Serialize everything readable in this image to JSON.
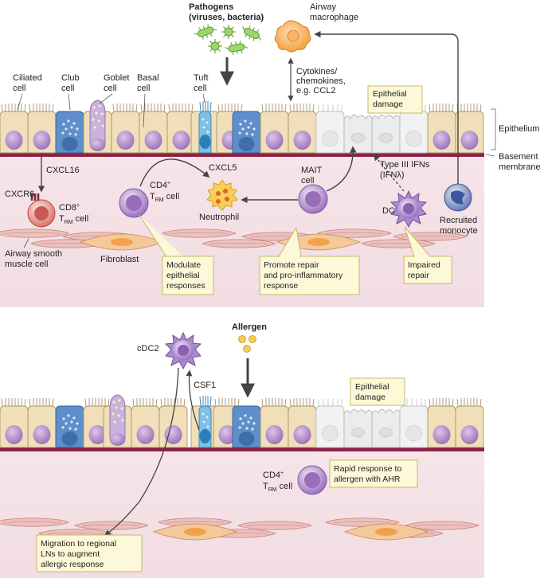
{
  "top": {
    "pathogens_line1": "Pathogens",
    "pathogens_line2": "(viruses, bacteria)",
    "airway_macrophage_line1": "Airway",
    "airway_macrophage_line2": "macrophage",
    "cytokines_line1": "Cytokines/",
    "cytokines_line2": "chemokines,",
    "cytokines_line3": "e.g. CCL2",
    "epithelial_damage_line1": "Epithelial",
    "epithelial_damage_line2": "damage",
    "ciliated_line1": "Ciliated",
    "ciliated_line2": "cell",
    "club_line1": "Club",
    "club_line2": "cell",
    "goblet_line1": "Goblet",
    "goblet_line2": "cell",
    "basal_line1": "Basal",
    "basal_line2": "cell",
    "tuft_line1": "Tuft",
    "tuft_line2": "cell",
    "epithelium": "Epithelium",
    "basement_line1": "Basement",
    "basement_line2": "membrane",
    "cxcl16": "CXCL16",
    "cxcr6": "CXCR6",
    "cd8_main": "CD8",
    "cd8_sup": "+",
    "trm_t": "T",
    "trm_sub": "RM",
    "cell_word": " cell",
    "cd4_main": "CD4",
    "cd4_sup": "+",
    "cxcl5": "CXCL5",
    "mait_line1": "MAIT",
    "mait_line2": "cell",
    "type3_line1": "Type III IFNs",
    "type3_line2": "(IFNλ)",
    "dc": "DC",
    "recruited_line1": "Recruited",
    "recruited_line2": "monocyte",
    "neutrophil": "Neutrophil",
    "airway_smooth_line1": "Airway smooth",
    "airway_smooth_line2": "muscle cell",
    "fibroblast": "Fibroblast",
    "modulate_line1": "Modulate",
    "modulate_line2": "epithelial",
    "modulate_line3": "responses",
    "promote_line1": "Promote repair",
    "promote_line2": "and pro-inflammatory",
    "promote_line3": "response",
    "impaired_line1": "Impaired",
    "impaired_line2": "repair"
  },
  "bottom": {
    "cdc2": "cDC2",
    "allergen": "Allergen",
    "csf1": "CSF1",
    "epithelial_damage_line1": "Epithelial",
    "epithelial_damage_line2": "damage",
    "cd4_main": "CD4",
    "cd4_sup": "+",
    "trm_t": "T",
    "trm_sub": "RM",
    "cell_word": " cell",
    "rapid_line1": "Rapid response to",
    "rapid_line2": "allergen with AHR",
    "migration_line1": "Migration to regional",
    "migration_line2": "LNs to augment",
    "migration_line3": "allergic response"
  },
  "colors": {
    "tissue_bg": "#f4e6e9",
    "basement": "#8b2346",
    "callout_fill": "#fdf8d8",
    "callout_stroke": "#c9b86a",
    "cell_fill": "#f0ddb4",
    "nucleus": "#b58ac8",
    "club_fill": "#5b8dc9",
    "damaged_fill": "#ececec",
    "macrophage": "#f4a23a",
    "neutrophil": "#f7c84a",
    "arrow": "#444444"
  }
}
